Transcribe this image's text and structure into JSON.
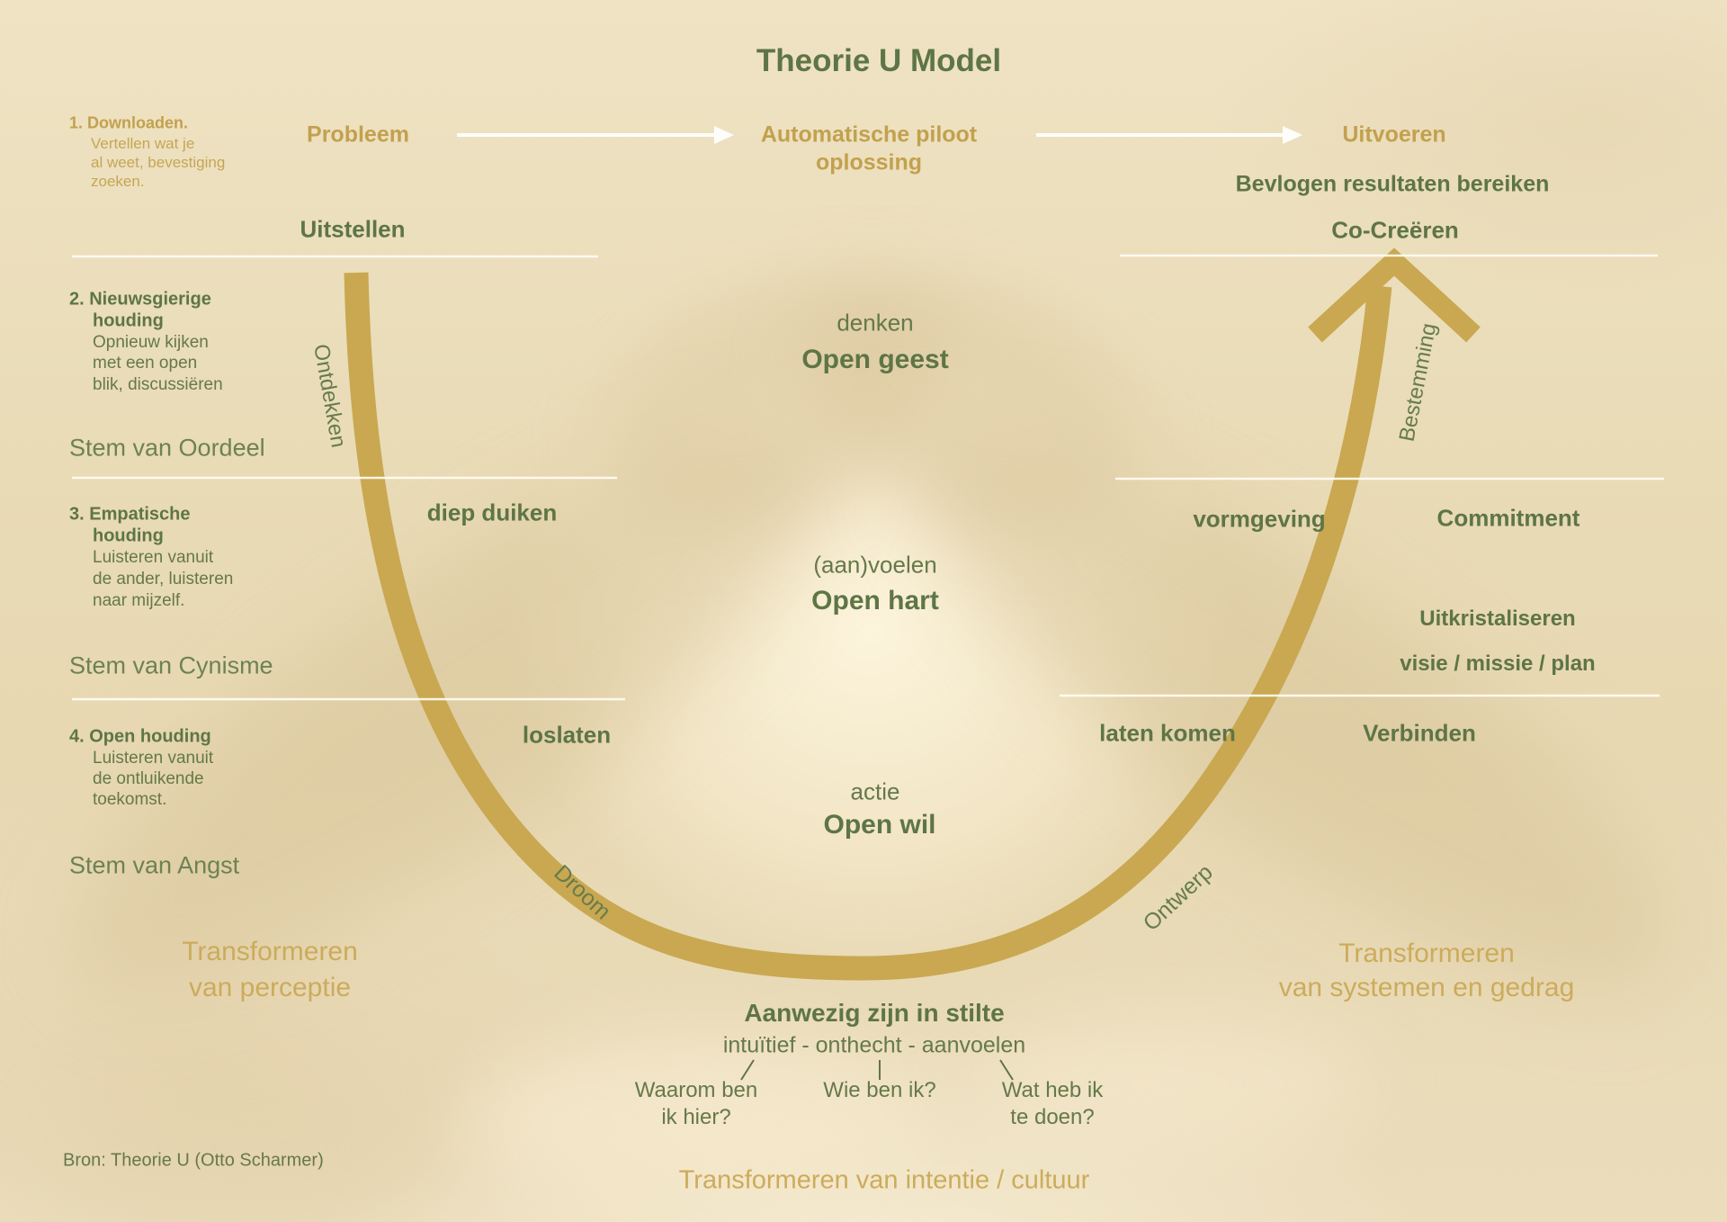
{
  "title": "Theorie U Model",
  "flow": {
    "probleem": "Probleem",
    "piloot_line1": "Automatische piloot",
    "piloot_line2": "oplossing",
    "uitvoeren": "Uitvoeren",
    "bevlogen": "Bevlogen resultaten bereiken",
    "uitstellen": "Uitstellen",
    "co_creeren": "Co-Creëren"
  },
  "steps": [
    {
      "header": [
        "1. Downloaden."
      ],
      "body": [
        "Vertellen wat je",
        "al weet, bevestiging",
        "zoeken."
      ]
    },
    {
      "header": [
        "2. Nieuwsgierige",
        "houding"
      ],
      "body": [
        "Opnieuw kijken",
        "met een open",
        "blik, discussiëren"
      ]
    },
    {
      "header": [
        "3. Empatische",
        "houding"
      ],
      "body": [
        "Luisteren vanuit",
        "de ander, luisteren",
        "naar mijzelf."
      ]
    },
    {
      "header": [
        "4. Open houding"
      ],
      "body": [
        "Luisteren vanuit",
        "de ontluikende",
        "toekomst."
      ]
    }
  ],
  "stems": [
    "Stem van Oordeel",
    "Stem van Cynisme",
    "Stem van Angst"
  ],
  "curve_labels": {
    "ontdekken": "Ontdekken",
    "bestemming": "Bestemming",
    "droom": "Droom",
    "ontwerp": "Ontwerp"
  },
  "center": {
    "denken": "denken",
    "open_geest": "Open geest",
    "aanvoelen": "(aan)voelen",
    "open_hart": "Open hart",
    "actie": "actie",
    "open_wil": "Open wil"
  },
  "levels": {
    "diep_duiken": "diep duiken",
    "vormgeving": "vormgeving",
    "commitment": "Commitment",
    "uitkristaliseren": "Uitkristaliseren",
    "visie": "visie / missie / plan",
    "loslaten": "loslaten",
    "laten_komen": "laten komen",
    "verbinden": "Verbinden"
  },
  "presence": {
    "title": "Aanwezig zijn in stilte",
    "subtitle": "intuïtief - onthecht - aanvoelen",
    "questions": [
      [
        "Waarom ben",
        "ik hier?"
      ],
      [
        "Wie ben ik?"
      ],
      [
        "Wat heb ik",
        "te doen?"
      ]
    ]
  },
  "transform": {
    "left": [
      "Transformeren",
      "van perceptie"
    ],
    "right": [
      "Transformeren",
      "van systemen en gedrag"
    ],
    "bottom": "Transformeren van intentie / cultuur"
  },
  "source": "Bron: Theorie U (Otto Scharmer)",
  "colors": {
    "gold_text": "#c2a14e",
    "green_text": "#5e7546",
    "curve_gold": "#c9a851",
    "line_white": "#fdfbf0",
    "background": "#e9dbb8"
  }
}
